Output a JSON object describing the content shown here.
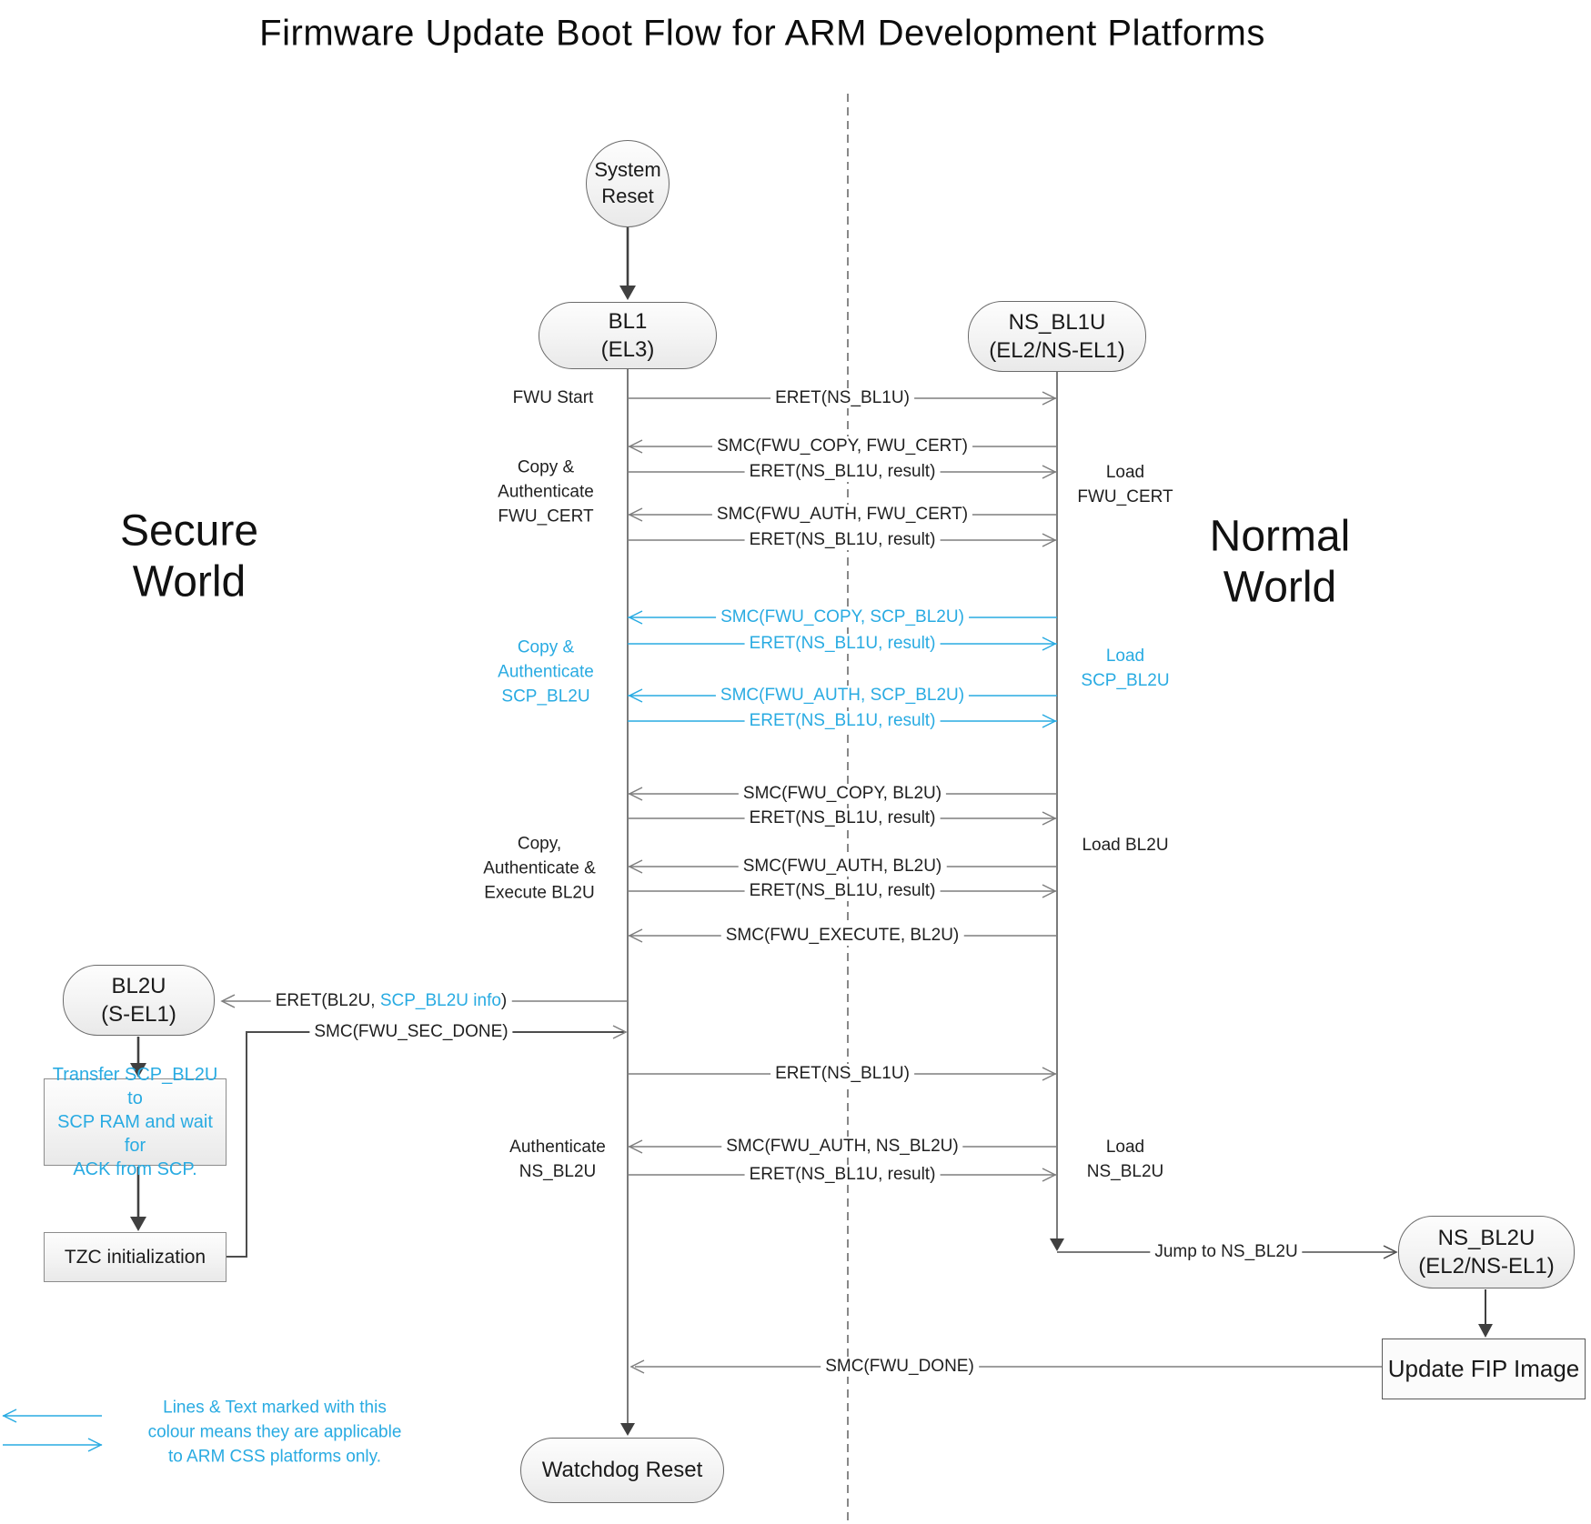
{
  "title": "Firmware Update Boot Flow for ARM Development Platforms",
  "colors": {
    "accent": "#29ABE2",
    "line": "#7f7f7f",
    "dark": "#404040"
  },
  "worlds": {
    "secure": {
      "line1": "Secure",
      "line2": "World"
    },
    "normal": {
      "line1": "Normal",
      "line2": "World"
    }
  },
  "nodes": {
    "system_reset": {
      "line1": "System",
      "line2": "Reset"
    },
    "bl1": {
      "line1": "BL1",
      "line2": "(EL3)"
    },
    "ns_bl1u": {
      "line1": "NS_BL1U",
      "line2": "(EL2/NS-EL1)"
    },
    "bl2u": {
      "line1": "BL2U",
      "line2": "(S-EL1)"
    },
    "ns_bl2u": {
      "line1": "NS_BL2U",
      "line2": "(EL2/NS-EL1)"
    },
    "watchdog_reset": {
      "label": "Watchdog Reset"
    },
    "transfer_scp": {
      "line1": "Transfer SCP_BL2U to",
      "line2": "SCP RAM and wait for",
      "line3": "ACK from SCP."
    },
    "tzc_init": {
      "label": "TZC initialization"
    },
    "update_fip": {
      "label": "Update FIP Image"
    }
  },
  "messages": {
    "m1": {
      "label": "ERET(NS_BL1U)"
    },
    "m2": {
      "label": "SMC(FWU_COPY, FWU_CERT)"
    },
    "m3": {
      "label": "ERET(NS_BL1U, result)"
    },
    "m4": {
      "label": "SMC(FWU_AUTH, FWU_CERT)"
    },
    "m5": {
      "label": "ERET(NS_BL1U, result)"
    },
    "m6": {
      "label": "SMC(FWU_COPY, SCP_BL2U)"
    },
    "m7": {
      "label": "ERET(NS_BL1U, result)"
    },
    "m8": {
      "label": "SMC(FWU_AUTH, SCP_BL2U)"
    },
    "m9": {
      "label": "ERET(NS_BL1U, result)"
    },
    "m10": {
      "label": "SMC(FWU_COPY, BL2U)"
    },
    "m11": {
      "label": "ERET(NS_BL1U, result)"
    },
    "m12": {
      "label": "SMC(FWU_AUTH, BL2U)"
    },
    "m13": {
      "label": "ERET(NS_BL1U, result)"
    },
    "m14": {
      "label": "SMC(FWU_EXECUTE, BL2U)"
    },
    "m15": {
      "prefix": "ERET(BL2U, ",
      "highlight": "SCP_BL2U info",
      "suffix": ")"
    },
    "m16": {
      "label": "SMC(FWU_SEC_DONE)"
    },
    "m17": {
      "label": "ERET(NS_BL1U)"
    },
    "m18": {
      "label": "SMC(FWU_AUTH, NS_BL2U)"
    },
    "m19": {
      "label": "ERET(NS_BL1U, result)"
    },
    "m20": {
      "label": "Jump to NS_BL2U"
    },
    "m21": {
      "label": "SMC(FWU_DONE)"
    }
  },
  "side_labels": {
    "fwu_start": {
      "label": "FWU Start"
    },
    "copy_auth_fwu_cert": {
      "line1": "Copy &",
      "line2": "Authenticate",
      "line3": "FWU_CERT"
    },
    "copy_auth_scp_bl2u": {
      "line1": "Copy &",
      "line2": "Authenticate",
      "line3": "SCP_BL2U"
    },
    "copy_auth_exec_bl2u": {
      "line1": "Copy,",
      "line2": "Authenticate &",
      "line3": "Execute BL2U"
    },
    "auth_ns_bl2u": {
      "line1": "Authenticate",
      "line2": "NS_BL2U"
    },
    "load_fwu_cert": {
      "line1": "Load",
      "line2": "FWU_CERT"
    },
    "load_scp_bl2u": {
      "line1": "Load",
      "line2": "SCP_BL2U"
    },
    "load_bl2u": {
      "label": "Load BL2U"
    },
    "load_ns_bl2u": {
      "line1": "Load",
      "line2": "NS_BL2U"
    }
  },
  "legend": {
    "line1": "Lines & Text marked with this",
    "line2": "colour means they are applicable",
    "line3": "to ARM CSS platforms only."
  }
}
